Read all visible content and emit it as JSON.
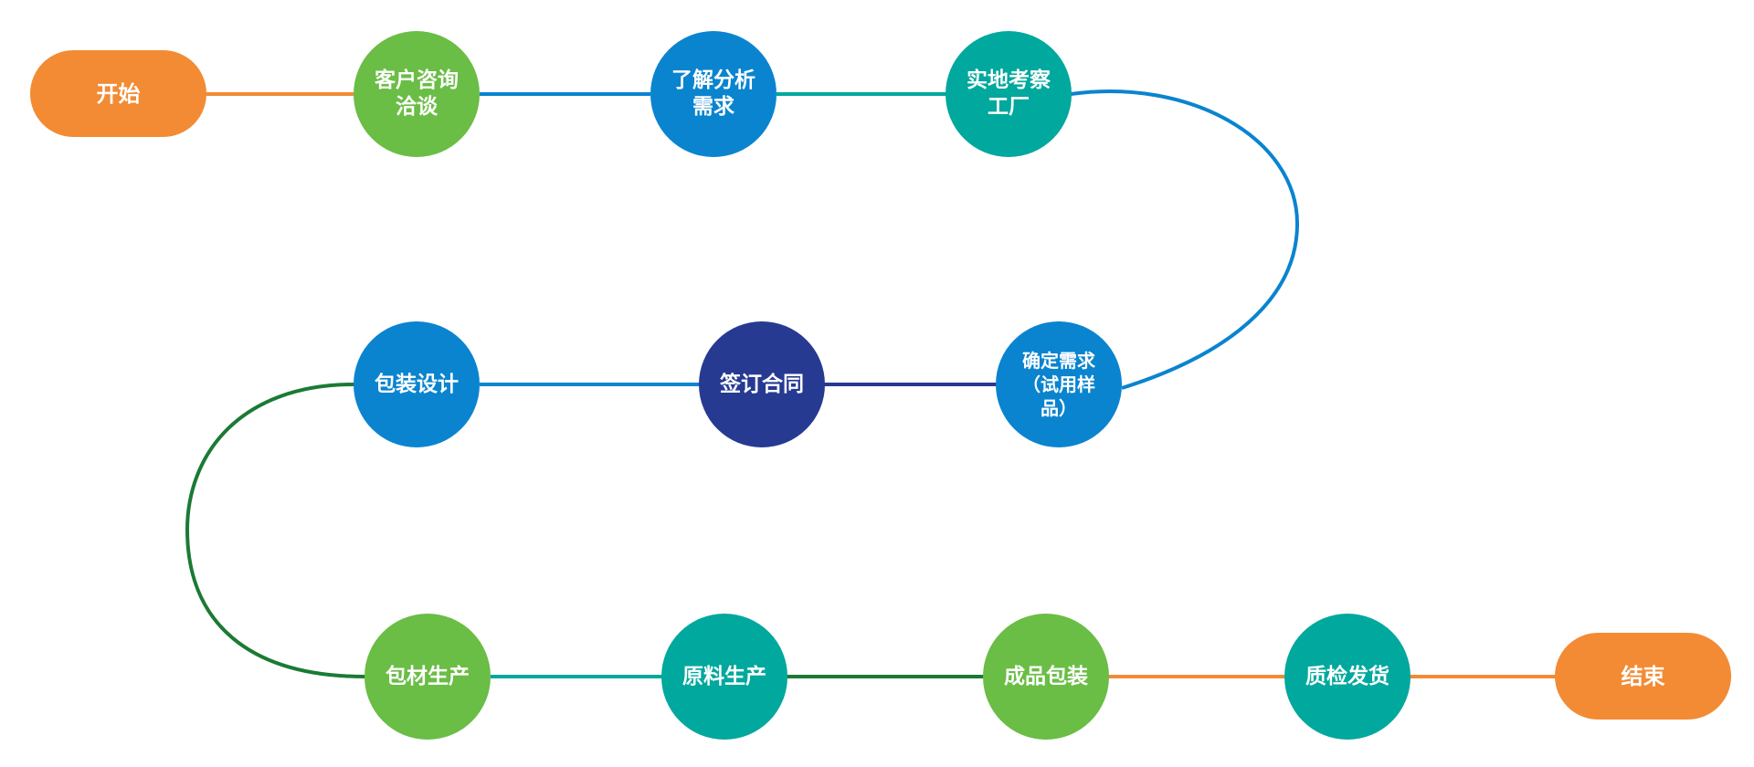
{
  "colors": {
    "orange": "#F28B34",
    "green": "#6ABD45",
    "blue": "#0A84CF",
    "teal": "#00A89D",
    "navy": "#273A92",
    "dark_green": "#1B7A34"
  },
  "nodes": {
    "start": {
      "label": "开始"
    },
    "consult": {
      "label": "客户咨询\n洽谈"
    },
    "analyze": {
      "label": "了解分析\n需求"
    },
    "inspect": {
      "label": "实地考察\n工厂"
    },
    "confirm": {
      "label": "确定需求\n（试用样\n品）"
    },
    "contract": {
      "label": "签订合同"
    },
    "design": {
      "label": "包装设计"
    },
    "material": {
      "label": "包材生产"
    },
    "raw": {
      "label": "原料生产"
    },
    "pack": {
      "label": "成品包装"
    },
    "qc": {
      "label": "质检发货"
    },
    "end": {
      "label": "结束"
    }
  }
}
